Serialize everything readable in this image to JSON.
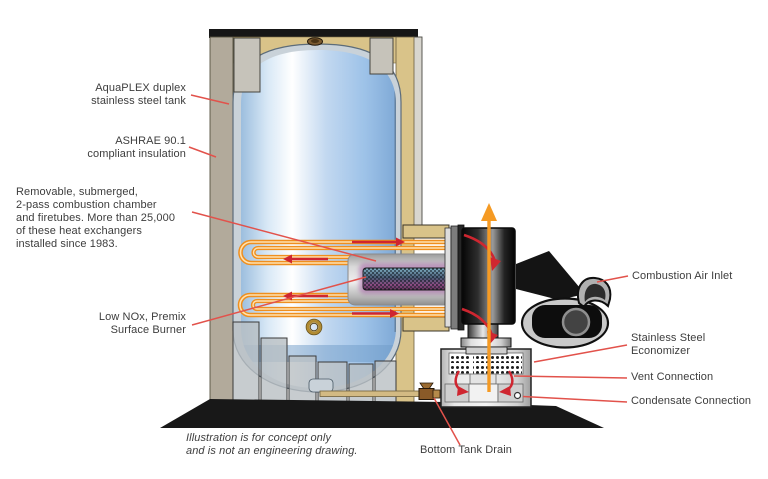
{
  "diagram": {
    "labels": {
      "tank": [
        "AquaPLEX duplex",
        "stainless steel tank"
      ],
      "insulation": [
        "ASHRAE 90.1",
        "compliant insulation"
      ],
      "heat_exchanger": [
        "Removable, submerged,",
        "2-pass combustion chamber",
        "and firetubes. More than 25,000",
        "of these heat exchangers",
        "installed since 1983."
      ],
      "burner": [
        "Low NOx, Premix",
        "Surface Burner"
      ],
      "combustion_air_inlet": "Combustion Air Inlet",
      "economizer": [
        "Stainless Steel",
        "Economizer"
      ],
      "vent_connection": "Vent Connection",
      "condensate_connection": "Condensate Connection",
      "bottom_tank_drain": "Bottom Tank Drain",
      "disclaimer": [
        "Illustration is for concept only",
        "and is not an engineering drawing."
      ]
    },
    "colors": {
      "leader_line": "#e2524b",
      "flow_arrow": "#cf2630",
      "vent_arrow": "#f59a23",
      "firetube_orange": "#ef8f1f",
      "insulation_tan": "#d9c389",
      "tank_blue": "#8cb5e0",
      "jacket_gray": "#c6c3ba",
      "floor_black": "#181818",
      "label_text": "#3d3d3d"
    }
  }
}
